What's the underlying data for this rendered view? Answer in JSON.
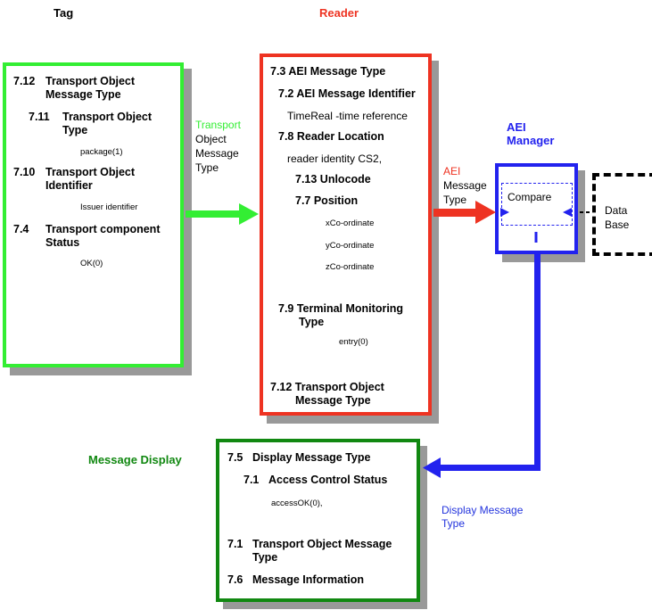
{
  "headers": {
    "tag": "Tag",
    "reader": "Reader",
    "aei_manager_line1": "AEI",
    "aei_manager_line2": "Manager",
    "message_display": "Message Display"
  },
  "tag_box": {
    "items": [
      {
        "num": "7.12",
        "title_line1": "Transport Object",
        "title_line2": "Message Type"
      },
      {
        "num": "7.11",
        "title_line1": "Transport Object",
        "title_line2": "Type",
        "value": "package(1)"
      },
      {
        "num": "7.10",
        "title_line1": "Transport Object",
        "title_line2": "Identifier",
        "value": "Issuer identifier"
      },
      {
        "num": "7.4",
        "title_line1": "Transport component",
        "title_line2": "Status",
        "value": "OK(0)"
      }
    ]
  },
  "reader_box": {
    "l1": "7.3 AEI Message Type",
    "l2": "7.2 AEI Message Identifier",
    "l3": "TimeReal   -time reference",
    "l4": "7.8 Reader Location",
    "l5": "reader identity CS2,",
    "l6": "7.13 Unlocode",
    "l7": "7.7 Position",
    "x": "xCo-ordinate",
    "y": "yCo-ordinate",
    "z": "zCo-ordinate",
    "l8a": "7.9 Terminal Monitoring",
    "l8b": "Type",
    "entry": "entry(0)",
    "l9a": "7.12 Transport Object",
    "l9b": "Message Type"
  },
  "arrow_labels": {
    "transport_1": "Transport",
    "transport_2": "Object",
    "transport_3": "Message",
    "transport_4": "Type",
    "aei_1": "AEI",
    "aei_2": "Message",
    "aei_3": "Type",
    "display_1": "Display Message",
    "display_2": "Type"
  },
  "compare_box": {
    "label": "Compare"
  },
  "database_box": {
    "line1": "Data",
    "line2": "Base"
  },
  "display_box": {
    "l1_num": "7.5",
    "l1": "Display Message Type",
    "l2_num": "7.1",
    "l2": "Access Control Status",
    "value": "accessOK(0),",
    "l3_num": "7.1",
    "l3a": "Transport Object Message",
    "l3b": "Type",
    "l4_num": "7.6",
    "l4": "Message Information"
  },
  "colors": {
    "tag_green": "#33ee33",
    "reader_red": "#ee3322",
    "manager_blue": "#2222ee",
    "display_green": "#118811",
    "shadow": "#999999"
  }
}
